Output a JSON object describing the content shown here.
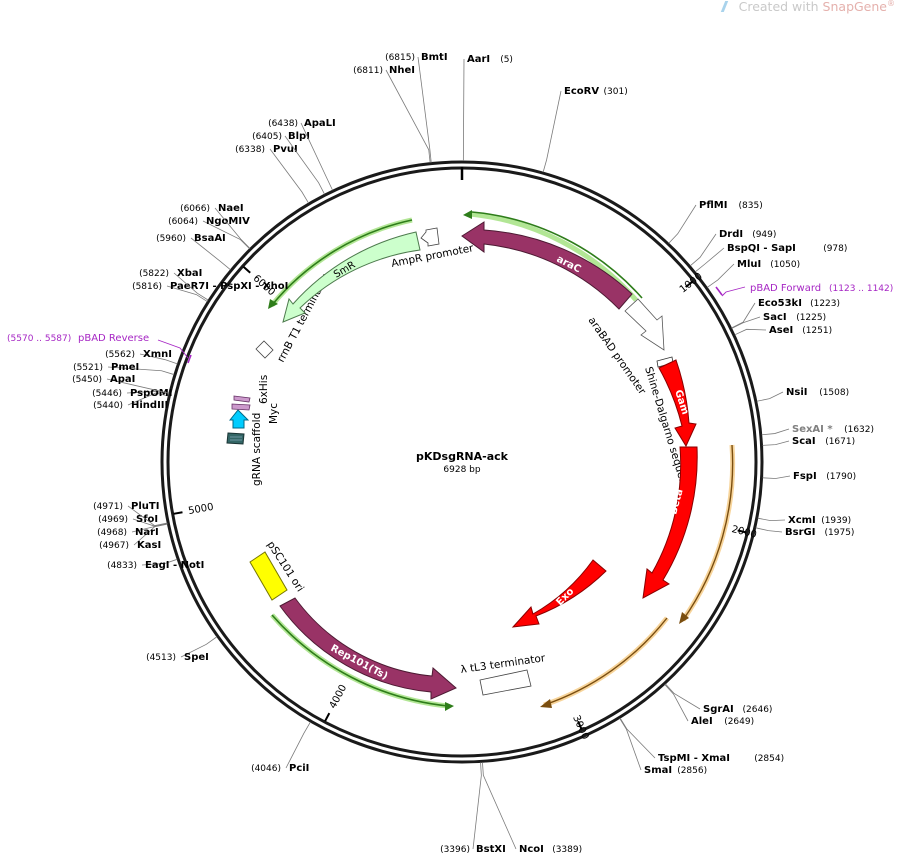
{
  "watermark": {
    "prefix": "Created with ",
    "brand": "SnapGene",
    "reg": "®"
  },
  "plasmid": {
    "name": "pKDsgRNA-ack",
    "size_label": "6928 bp",
    "length": 6928
  },
  "ticks": [
    {
      "pos": 1000,
      "label": "1000"
    },
    {
      "pos": 2000,
      "label": "2000"
    },
    {
      "pos": 3000,
      "label": "3000"
    },
    {
      "pos": 4000,
      "label": "4000"
    },
    {
      "pos": 5000,
      "label": "5000"
    },
    {
      "pos": 6000,
      "label": "6000"
    }
  ],
  "sites": [
    {
      "name": "AarI",
      "pos": "(5)",
      "bp": 5,
      "side": "right"
    },
    {
      "name": "EcoRV",
      "pos": "(301)",
      "bp": 301,
      "side": "right"
    },
    {
      "name": "PflMI",
      "pos": "(835)",
      "bp": 835,
      "side": "right"
    },
    {
      "name": "DrdI",
      "pos": "(949)",
      "bp": 949,
      "side": "right"
    },
    {
      "name": "BspQI  -  SapI",
      "pos": "(978)",
      "bp": 978,
      "side": "right"
    },
    {
      "name": "MluI",
      "pos": "(1050)",
      "bp": 1050,
      "side": "right"
    },
    {
      "name": "Eco53kI",
      "pos": "(1223)",
      "bp": 1223,
      "side": "right"
    },
    {
      "name": "SacI",
      "pos": "(1225)",
      "bp": 1225,
      "side": "right"
    },
    {
      "name": "AseI",
      "pos": "(1251)",
      "bp": 1251,
      "side": "right"
    },
    {
      "name": "NsiI",
      "pos": "(1508)",
      "bp": 1508,
      "side": "right"
    },
    {
      "name": "SexAI *",
      "pos": "(1632)",
      "bp": 1632,
      "side": "right",
      "gray": true
    },
    {
      "name": "ScaI",
      "pos": "(1671)",
      "bp": 1671,
      "side": "right"
    },
    {
      "name": "FspI",
      "pos": "(1790)",
      "bp": 1790,
      "side": "right"
    },
    {
      "name": "XcmI",
      "pos": "(1939)",
      "bp": 1939,
      "side": "right"
    },
    {
      "name": "BsrGI",
      "pos": "(1975)",
      "bp": 1975,
      "side": "right"
    },
    {
      "name": "SgrAI",
      "pos": "(2646)",
      "bp": 2646,
      "side": "right"
    },
    {
      "name": "AleI",
      "pos": "(2649)",
      "bp": 2649,
      "side": "right"
    },
    {
      "name": "TspMI  -  XmaI",
      "pos": "(2854)",
      "bp": 2854,
      "side": "right"
    },
    {
      "name": "SmaI",
      "pos": "(2856)",
      "bp": 2856,
      "side": "right"
    },
    {
      "name": "NcoI",
      "pos": "(3389)",
      "bp": 3389,
      "side": "right"
    },
    {
      "name": "BstXI",
      "pos": "(3396)",
      "bp": 3396,
      "side": "left"
    },
    {
      "name": "PciI",
      "pos": "(4046)",
      "bp": 4046,
      "side": "left"
    },
    {
      "name": "SpeI",
      "pos": "(4513)",
      "bp": 4513,
      "side": "left"
    },
    {
      "name": "EagI  -  NotI",
      "pos": "(4833)",
      "bp": 4833,
      "side": "left"
    },
    {
      "name": "KasI",
      "pos": "(4967)",
      "bp": 4967,
      "side": "left"
    },
    {
      "name": "NarI",
      "pos": "(4968)",
      "bp": 4968,
      "side": "left"
    },
    {
      "name": "SfoI",
      "pos": "(4969)",
      "bp": 4969,
      "side": "left"
    },
    {
      "name": "PluTI",
      "pos": "(4971)",
      "bp": 4971,
      "side": "left"
    },
    {
      "name": "HindIII",
      "pos": "(5440)",
      "bp": 5440,
      "side": "left"
    },
    {
      "name": "PspOMI",
      "pos": "(5446)",
      "bp": 5446,
      "side": "left"
    },
    {
      "name": "ApaI",
      "pos": "(5450)",
      "bp": 5450,
      "side": "left"
    },
    {
      "name": "PmeI",
      "pos": "(5521)",
      "bp": 5521,
      "side": "left"
    },
    {
      "name": "XmnI",
      "pos": "(5562)",
      "bp": 5562,
      "side": "left"
    },
    {
      "name": "PaeR7I  -  PspXI  -  XhoI",
      "pos": "(5816)",
      "bp": 5816,
      "side": "left"
    },
    {
      "name": "XbaI",
      "pos": "(5822)",
      "bp": 5822,
      "side": "left"
    },
    {
      "name": "BsaAI",
      "pos": "(5960)",
      "bp": 5960,
      "side": "left"
    },
    {
      "name": "NgoMIV",
      "pos": "(6064)",
      "bp": 6064,
      "side": "left"
    },
    {
      "name": "NaeI",
      "pos": "(6066)",
      "bp": 6066,
      "side": "left"
    },
    {
      "name": "PvuI",
      "pos": "(6338)",
      "bp": 6338,
      "side": "left"
    },
    {
      "name": "BlpI",
      "pos": "(6405)",
      "bp": 6405,
      "side": "left"
    },
    {
      "name": "ApaLI",
      "pos": "(6438)",
      "bp": 6438,
      "side": "left"
    },
    {
      "name": "NheI",
      "pos": "(6811)",
      "bp": 6811,
      "side": "left"
    },
    {
      "name": "BmtI",
      "pos": "(6815)",
      "bp": 6815,
      "side": "left"
    }
  ],
  "primers": [
    {
      "name": "pBAD Forward",
      "range": "(1123 .. 1142)"
    },
    {
      "name": "pBAD Reverse",
      "range": "(5570 .. 5587)"
    }
  ],
  "features": [
    {
      "name": "araC",
      "color": "#993366",
      "label_inside": true
    },
    {
      "name": "araBAD promoter",
      "color": "#ffffff"
    },
    {
      "name": "Shine-Dalgarno sequence",
      "color": "#ffffff"
    },
    {
      "name": "Gam",
      "color": "#ff0000",
      "label_inside": true
    },
    {
      "name": "Beta",
      "color": "#ff0000",
      "label_inside": true
    },
    {
      "name": "Exo",
      "color": "#ff0000",
      "label_inside": true
    },
    {
      "name": "λ tL3 terminator",
      "color": "#ffffff"
    },
    {
      "name": "Rep101(Ts)",
      "color": "#993366",
      "label_inside": true
    },
    {
      "name": "pSC101 ori",
      "color": "#ffff00"
    },
    {
      "name": "gRNA scaffold",
      "color": "#336666"
    },
    {
      "name": "Myc",
      "color": "#00ccff"
    },
    {
      "name": "6xHis",
      "color": "#cc99cc"
    },
    {
      "name": "rrnB T1 terminator",
      "color": "#ffffff"
    },
    {
      "name": "SmR",
      "color": "#ccffcc",
      "label_inside": true
    },
    {
      "name": "AmpR promoter",
      "color": "#ffffff"
    }
  ],
  "colors": {
    "backbone": "#1a1a1a",
    "primer": "#a626c4",
    "orf_outline_green": "#2e7d1a",
    "orf_outline_orange": "#f2a93b"
  }
}
